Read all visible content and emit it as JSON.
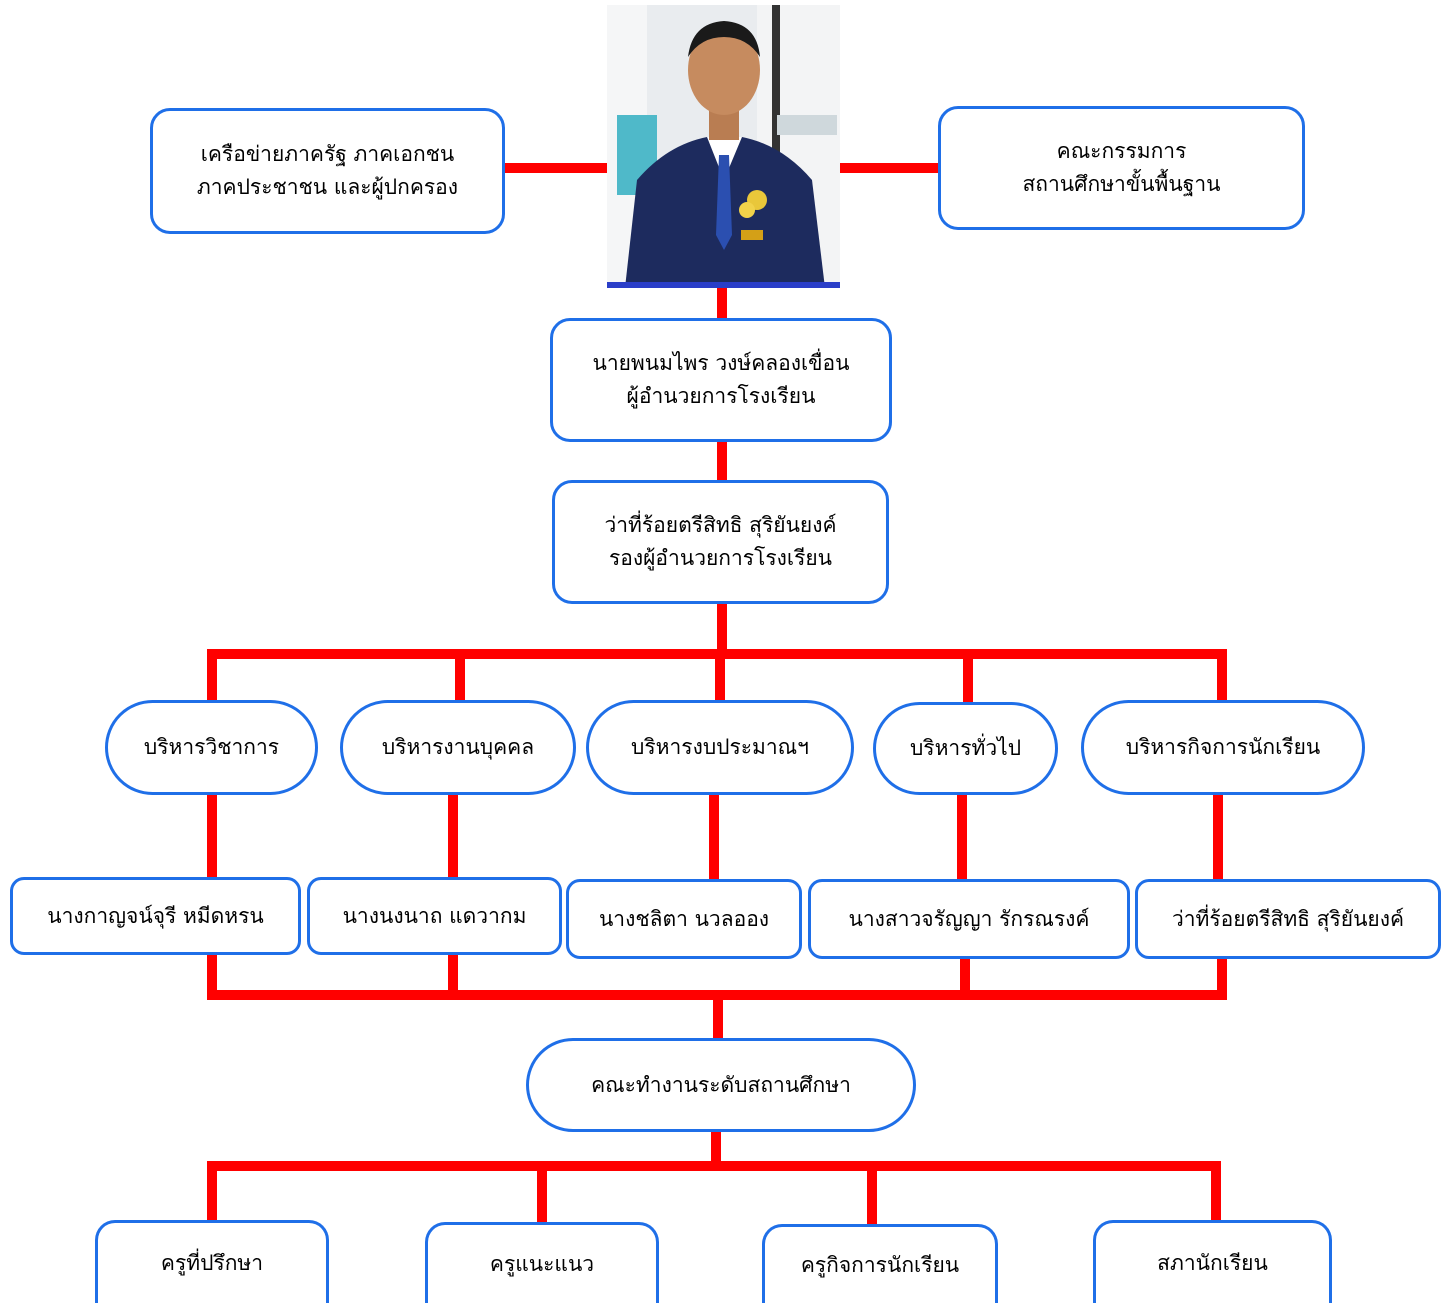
{
  "photo": {
    "icon": "person-photo"
  },
  "top": {
    "network": {
      "line1": "เครือข่ายภาครัฐ ภาคเอกชน",
      "line2": "ภาคประชาชน และผู้ปกครอง"
    },
    "committee": {
      "line1": "คณะกรรมการ",
      "line2": "สถานศึกษาขั้นพื้นฐาน"
    }
  },
  "director": {
    "name": "นายพนมไพร วงษ์คลองเขื่อน",
    "title": "ผู้อำนวยการโรงเรียน"
  },
  "deputy": {
    "name": "ว่าที่ร้อยตรีสิทธิ สุริยันยงค์",
    "title": "รองผู้อำนวยการโรงเรียน"
  },
  "departments": [
    {
      "label": "บริหารวิชาการ"
    },
    {
      "label": "บริหารงานบุคคล"
    },
    {
      "label": "บริหารงบประมาณฯ"
    },
    {
      "label": "บริหารทั่วไป"
    },
    {
      "label": "บริหารกิจการนักเรียน"
    }
  ],
  "heads": [
    {
      "label": "นางกาญจน์จุรี หมีดหรน"
    },
    {
      "label": "นางนงนาถ แดวากม"
    },
    {
      "label": "นางชลิตา นวลออง"
    },
    {
      "label": "นางสาวจรัญญา รักรณรงค์"
    },
    {
      "label": "ว่าที่ร้อยตรีสิทธิ สุริยันยงค์"
    }
  ],
  "working_group": {
    "label": "คณะทำงานระดับสถานศึกษา"
  },
  "bottom": [
    {
      "label": "ครูที่ปรึกษา"
    },
    {
      "label": "ครูแนะแนว"
    },
    {
      "label": "ครูกิจการนักเรียน"
    },
    {
      "label": "สภานักเรียน"
    }
  ],
  "colors": {
    "connector": "#ff0000",
    "box_border": "#1f6fe8"
  }
}
